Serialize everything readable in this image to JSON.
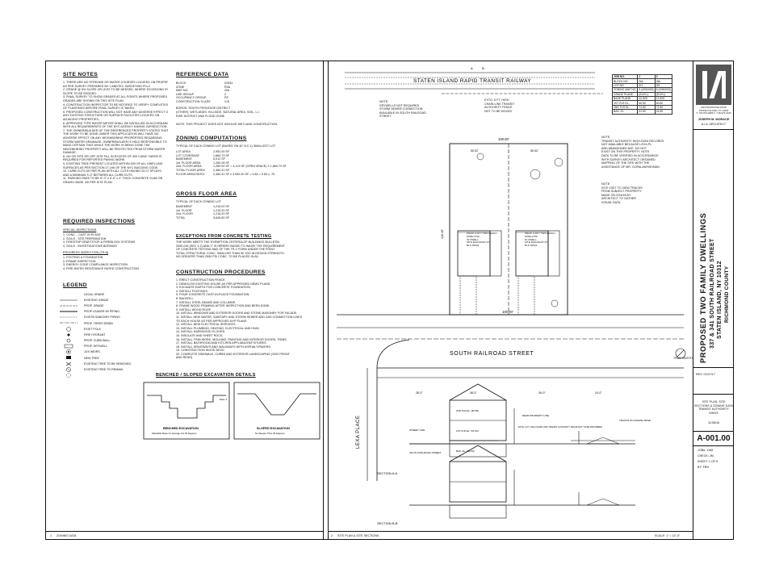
{
  "site_notes": {
    "title": "SITE NOTES",
    "items": [
      "1. THERE ARE NO STREAMS OR WATER COURSES LOCATED ON PROPERTY",
      "   AS PER SURVEY PREPARED BY: LANDTEC SURVEYING PLLC",
      "2. GRADE @ 5% SLOPE OR LESS TO BE NEEDED, WHERE EXCEEDING 5%",
      "   SLOPE TO BE SODDED.",
      "3. FINAL SURVEY TO SHOW GRADES AT ALL POINTS WHERE PROPOSED",
      "   GRADES ARE SHOWN ON THIS SITE PLAN.",
      "4. CONSTRUCTION INSPECTOR TO BE NOTIFIED TO VERIFY COMPLETION",
      "   OF PLANTINGS BEFORE FINAL SURVEY IS TAKEN.",
      "5. PROPOSED CONSTRUCTION WILL NOT HAVE ANY ADVERSE EFFECT ON",
      "   ANY EXISTING STRUCTURE OR SURFACE FACILITIES LOCATED ON",
      "   ADJACENT PROPERTIES.",
      "6. APPROVED TYPE WATER METER SHALL BE INSTALLED IN ACCORDANCE",
      "   WITH ALL REQUIREMENTS OF THE NYC AGENCY HAVING JURISDICTION.",
      "7. THE OWNER/BUILDER OF THE REFERENCED PROPERTY STATES THAT",
      "   THE WORK TO BE DONE UNDER THIS APPLICATION WILL HAVE NO",
      "   ADVERSE EFFECT ON ANY NEIGHBORING PROPERTIES REGARDING",
      "   STORM WATER DRAINAGE. OWNER/BUILDER IS HELD RESPONSIBLE TO",
      "   MAKE CERTAIN THAT WHILE THE WORK IS BEING DONE THE",
      "   NEIGHBORING PROPERTY WILL BE PROTECTED FROM STORM WATER",
      "   DAMAGE.",
      "8. NO OR SITE OR OFF-SITE FILL IN EXCESS OF 300 CUBIC YARDS IS",
      "   REQUIRED FOR REPORTED PAVING WORK.",
      "9. EXISTING TREE PRESENT LOCATED WITHIN 300 OF ALL DWELLING",
      "   SURFACES AS PER SECTION 27-196 OF THE NYC BUILDING CODE.",
      "10. CURB CUTS AS PER PLAN WITH ALL CUTS HAVING 02-07 SPLAYS.",
      "   AND A MINIMUM 3'-0\" BETWEEN ALL CURB CUTS.",
      "11. PARKING PADS TO BE 8\"-0\" x 9'-0\" x 4\" THICK CONCRETE SLAB ON",
      "   GRAVEL BASE. AS PER SITE PLAN."
    ]
  },
  "required_inspections": {
    "title": "REQUIRED INSPECTIONS",
    "special_title": "SPECIAL INSPECTIONS",
    "special": [
      "1. CONC. - CAST IN PLACE",
      "2. SOILS - SITE PREPARATION",
      "3. FIRESTOP DRAFTSTOP & FIREBLOCK SYSTEMS",
      "4. SOILS - INVESTIGATIONS BORINGS"
    ],
    "progress_title": "PROGRESS INSPECTION (TR-8)",
    "progress": [
      "1. FOOTING & FOUNDATION",
      "2. FRAME INSPECTION",
      "3. ENERGY CODE COMPLIANCE INSPECTION",
      "4. FIRE-RATED RESISTANCE RATED CONSTRUCTION"
    ]
  },
  "legend": {
    "title": "LEGEND",
    "items": [
      {
        "sym": "legal-grade",
        "label": "LEGAL GRADE"
      },
      {
        "sym": "existing-grade",
        "label": "EXISTING GRADE"
      },
      {
        "sym": "prop-grade",
        "label": "PROP. GRADE"
      },
      {
        "sym": "prop-leader",
        "label": "PROP LEADER W/ PIPING"
      },
      {
        "sym": "sanitary",
        "label": "EXISTN SANITARY PIPING"
      },
      {
        "sym": "trees",
        "label": "PROP. TREES DRWN"
      },
      {
        "sym": "light-pole",
        "label": "EXIST POLE"
      },
      {
        "sym": "hydrant",
        "label": "FIRE HYDRANT"
      },
      {
        "sym": "curb-wall",
        "label": "PROP. CURB WALL"
      },
      {
        "sym": "drywell",
        "label": "PROP. DRYWELL"
      },
      {
        "sym": "jox",
        "label": "JOX WEIRS"
      },
      {
        "sym": "new-tree",
        "label": "NEW TREE"
      },
      {
        "sym": "tree-removed",
        "label": "EXISTING TREE TO BE REMOVED"
      },
      {
        "sym": "tree-remain",
        "label": "EXISTING TREE TO REMAIN"
      }
    ]
  },
  "reference_data": {
    "title": "REFERENCE DATA",
    "rows": [
      [
        "BLOCK",
        "02534"
      ],
      [
        "ZONE",
        "R3A"
      ],
      [
        "MAP NO.",
        "20b"
      ],
      [
        "USE GROUP",
        "2"
      ],
      [
        "OCCUPANCY GROUP",
        "R3"
      ],
      [
        "CONSTRUCTION CLASS",
        "V-B"
      ]
    ],
    "note1": "BOROS: SOUTH FRONTAGE DISTRICT",
    "note2": "(OTHER): WETLANDS, HILLSIDE, NATURAL AREA, SOIL, L.I.",
    "note3": "RISE DISTRICT AND FLOOD ZONE",
    "note4": "NOTE: THIS PROJECT DOES NOT INVOLVE WETLAND CONSTRUCTION."
  },
  "zoning_computations": {
    "title": "ZONING COMPUTATIONS",
    "sub": "TYPICAL OF EACH ZONING LOT (BASED ON 40' N.C.1) SMALLEST LOT",
    "rows": [
      [
        "LOT AREA",
        "2,952.00 SF"
      ],
      [
        "LOT COVERAGE",
        "1,660.73 SF"
      ],
      [
        "BASEMENT",
        "5,012 SF"
      ],
      [
        "1st. FLOOR AREA",
        "1,260.28 SF"
      ],
      [
        "2nd. FLOOR AREA",
        "1,260.00 SF = 4,124 SF (OPEN SPACE) 3 1,660.73 SF"
      ],
      [
        "TOTAL FLOOR AREA",
        "2,480.31 SF"
      ],
      [
        "FLOOR AREA RATIO",
        "2,480.31 SF x 3,952.00 SF = 0.84 = 0.83 x .75"
      ]
    ]
  },
  "gross_floor_area": {
    "title": "GROSS FLOOR AREA",
    "sub": "TYPICAL OF EACH ZONING LOT",
    "rows": [
      [
        "BASEMENT",
        "1,215.20 SF"
      ],
      [
        "1st. FLOOR",
        "1,215.20 SF"
      ],
      [
        "2nd. FLOOR",
        "1,215.20 SF"
      ],
      [
        "TOTAL",
        "3,645.60 SF"
      ]
    ]
  },
  "exceptions": {
    "title": "EXCEPTIONS FROM CONCRETE TESTING",
    "lines": [
      "THE WORK MEETS THE EXEMPTION CRITERIA OF BUILDINGS BULLETIN",
      "2009-016 (SEC 4.2) AND IT IS HEREBY BASED TO WAIVE THE REQUIREMENT",
      "OF CONCRETE TESTING AND OF THE TR-2 FORM UNDER THE POINT",
      "TOTAL STRUCTURAL CONC. SMALLER THAN 50 YDS IN DESIGN STRENGTH",
      "NO GREATER THAN 2500 PSI CONC. TO BE PLACED IN AV."
    ]
  },
  "construction_procedures": {
    "title": "CONSTRUCTION PROCEDURES",
    "items": [
      "1. ERECT CONSTRUCTION FENCE.",
      "2. DEMOLISH EXISTING HOUSE AS PER APPROVED DEMO PLANS.",
      "3. EXCAVATE EARTH FOR CONCRETE FOUNDATION.",
      "4. INSTALL FOOTINGS.",
      "5. POUR CONCRETE CAST-IN-PLACE FOUNDATION.",
      "6. BACKFILL.",
      "7. INSTALL STEEL BEAMS AND COLUMNS.",
      "8. FRAME WOOD FRAMING AFTER INSPECTION AND BEEN DONE.",
      "9. INSTALL WOOD ROOF.",
      "10. INSTALL WINDOWS AND EXTERIOR DOORS AND STONE MASONRY FOR FACADE.",
      "11. INSTALL NEW WATER, SANITARY AND STORM SEWER AND GAS CONNECTION LINES",
      "   TO EACH HOUSE AS PER APPROVED NYP PLANS.",
      "12. INSTALL NEW ELECTRICAL SERVICES.",
      "13. INSTALL PLUMBING, HEATING, ELECTRICAL AND HVAC.",
      "14. INSTALL HARDWOOD FLOORS.",
      "15. INSULATE AND SHEET ROCK.",
      "16. INSTALL TRIM WORK, MOLDING, PAINTING AND INTERIOR DOORS, TRIMS.",
      "17. INSTALL BATHROOM AND KITCHEN APPLIANCES/FIXTURES.",
      "18. INSTALL DRIVEWAYS AND WALKWAYS WITH ASPHALT/PAVERS.",
      "19. CONSTRUCTION WOOD DECK.",
      "20. COMPLETE SIDEWALK, CURBS AND EXTERIOR LANDSCAPING (SOD FRONT",
      "   AND REAR)."
    ]
  },
  "excavation": {
    "title": "BENCHED / SLOPED EXCAVATION DETAILS",
    "benched_label": "BENCHED EXCAVATION",
    "benched_sub": "Allowable Slope for Average Cut 45 Degrees",
    "sloped_label": "SLOPED EXCAVATION",
    "sloped_sub": "No Steeper Than 45 Degrees",
    "max_label": "MAX. 5"
  },
  "site_plan": {
    "railway": "STATEN ISLAND RAPID TRANSIT RAILWAY",
    "street": "SOUTH RAILROAD STREET",
    "lexa": "LEXA PLACE",
    "lot_width": "100.00'",
    "lot_half_a": "50.02'",
    "lot_half_b": "50.02'",
    "depth": "120.46'",
    "house_left": "PROP. 2-STY TWO FAMILY DWELLING\n#2 DWELL\nSITE RAILROAD ST\nBLK 02534",
    "house_right": "PROP. 2-STY TWO FAMILY DWELLING\n#1 DWELL\nSITE RAILROAD ST\nBLK 02534",
    "note_drywells": "NOTE:\nDRYWELLS NOT REQUIRED\nSTORM SEWER CONNECTION\nAVAILABLE IN SOUTH RAILROAD\nSTREET.",
    "note_fence": "EXTG. 6 FT. HIGH\nCHAIN LINK TRANSIT\nAUTHORITY FENCE\nNOT TO BE MOVED",
    "note_transit": "NOTE:\nTRANSIT AUTHORITY HIGH-SIGN RECORDS\nNOT AVAILABLE BECAUSE LEXA PL.\nAND ABANDONED AVE. DO NOT\nEXIST ON THIS PROPERTY. NOTE\nDATA TO BE VERIFIED IN ACCORDANCE\nWITH SURVEY ARCHITECT OBTAINED\nMAPPING OF THE SITE WITH THE\nASSISTANCE OF MR. GOPALAKRISHNAN",
    "note_visit": "NOTE:\nSITE VISIT TO VIEW TRACKS\nFROM SUBJECT PROPERTY\nMADE ON 2/24/18 BY\nARCHITECT TO GATHER\nVISUAL DATA.",
    "north": "TRUE NORTH",
    "section_a": "SECTION A-A",
    "section_b": "SECTION B-B",
    "sec_a_dims": [
      "28'-0\"",
      "48'-0\"",
      "26'-0\"",
      "24'-0\""
    ],
    "sec_labels": [
      "STREET LINE",
      "REAR PROPERTY LINE",
      "EXTG. 6 FT. HIGH CHAIN LINK TRANSIT AUTHORITY FENCE NOT TO BE DISTURBED",
      "TRACKS ON GRAVEL BASE",
      "SOUTH RAILROAD STREET",
      "2ND FLR EL. (60.50)",
      "1ST FLR EL. (51.50)",
      "BAS. EL. (42.00)"
    ]
  },
  "meta_table": {
    "headers": [
      "JOB NO.",
      "1",
      "2"
    ],
    "rows": [
      [
        "BLOCK NO.",
        "2kk",
        "2kk"
      ],
      [
        "LOT NO.",
        "3/1",
        "3/1"
      ],
      [
        "ZONING MAP NO.",
        "5 (2050093)",
        "5 (2050093)"
      ],
      [
        "GRADE PLANE",
        "(ELEV.)",
        "(ELEV.)"
      ],
      [
        "BASE PLANE",
        "12.525",
        "12.525"
      ],
      [
        "1ST FLR EL.",
        "60.50",
        "60.50"
      ],
      [
        "2ND FLR EL.",
        "71.50",
        "71.50"
      ],
      [
        "BAS. EL.",
        "41.50",
        "41.50"
      ]
    ]
  },
  "title_block": {
    "firm_address": [
      "2116 RICHMOND ROAD",
      "STATEN ISLAND, NY 10306",
      "T: 718-979-0686   F: 718-979-0105"
    ],
    "architect": "JOSEPH M. MORACE",
    "architect2": "A.I.A. ARCHITECT",
    "project_title": "PROPOSED TWO FAMILY DWELLINGS",
    "address1": "337 & 341 SOUTH RAILROAD STREET",
    "address2": "STATEN ISLAND, NY 10312",
    "county": "RICHMOND COUNTY",
    "revision": "REV: 01/07/17",
    "drawing_title": "SITE PLAN, SITE SECTIONS & ZONING DATA TRANSIT AUTHORITY DWGS",
    "date": "11/08/16",
    "sheet_number": "A-001.00",
    "job": "JOB#: 1165",
    "checked": "CHECK: JM",
    "sheet": "SHEET: 1 OF 8",
    "by": "BY: FBH"
  },
  "footer": {
    "left_num": "1",
    "left_label": "ZONING DATA",
    "right_num": "2",
    "right_label": "SITE PLAN & SITE SECTIONS",
    "scale": "SCALE: 1\" = 10'-0\""
  },
  "colors": {
    "ink": "#111111",
    "paper": "#ffffff",
    "hatch": "#444444"
  }
}
